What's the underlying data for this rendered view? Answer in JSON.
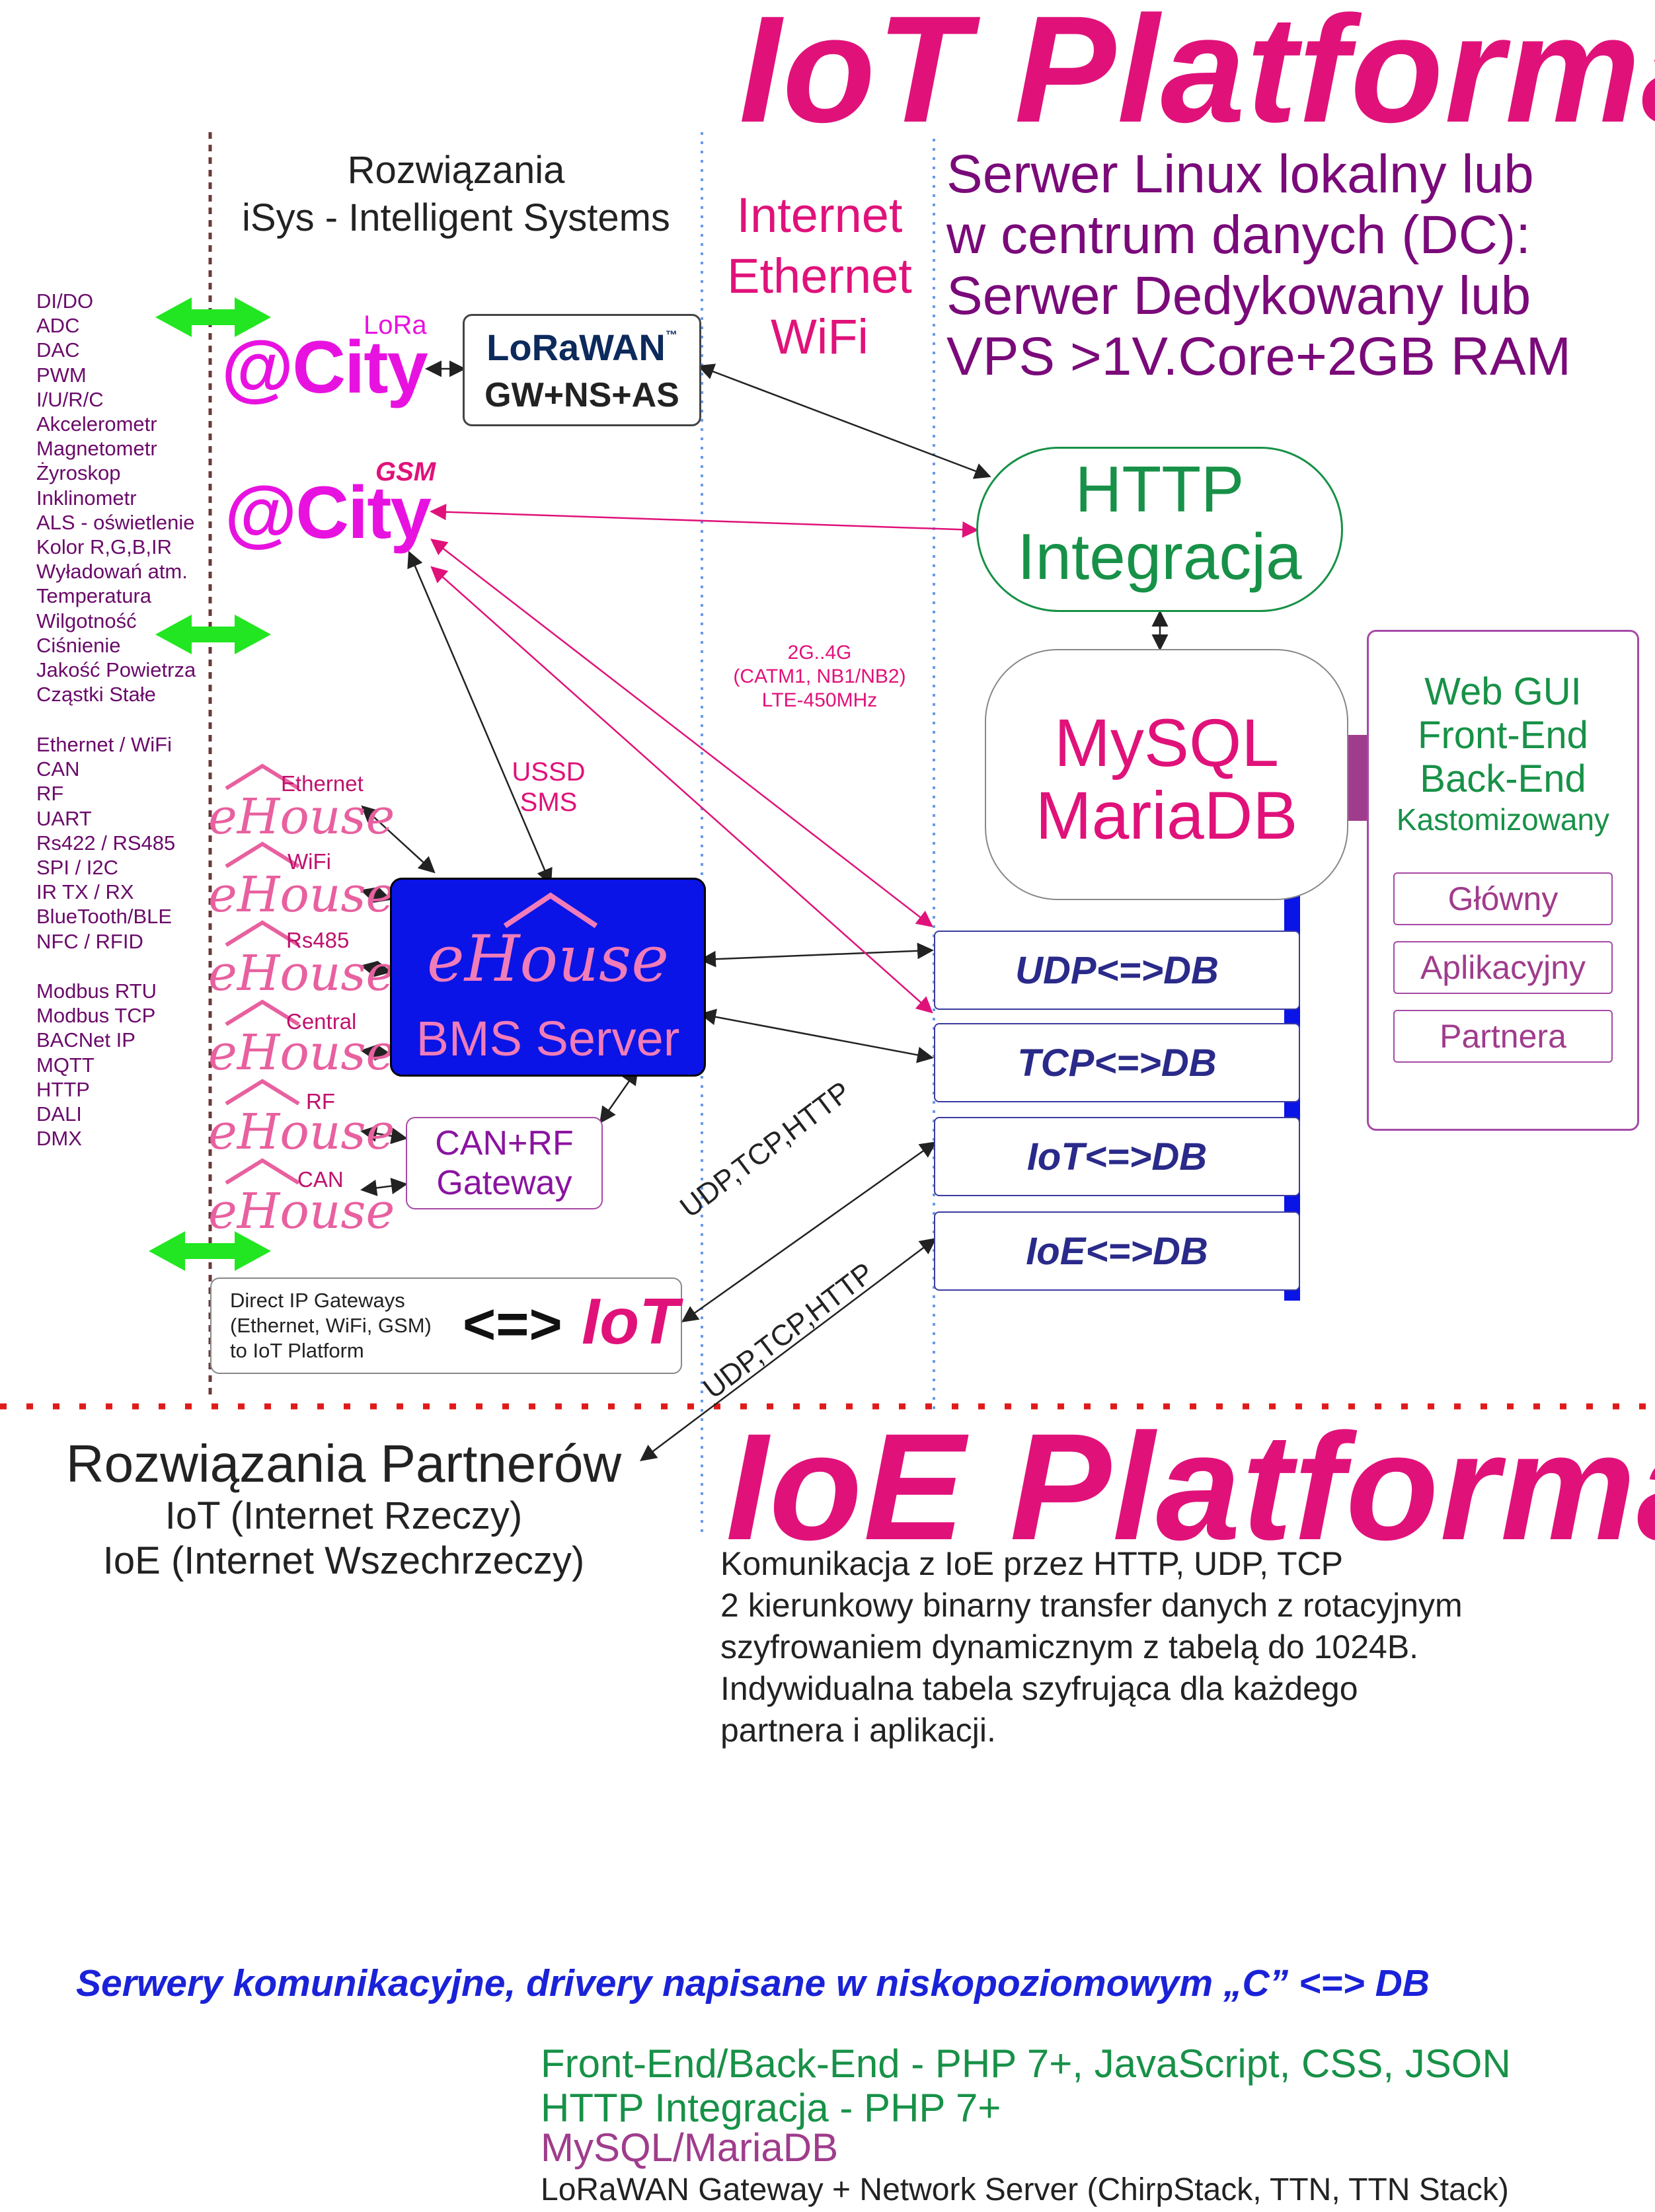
{
  "iot_title": "IoT Platforma",
  "ioe_title": "IoE Platforma",
  "isys_heading": [
    "Rozwiązania",
    "iSys - Intelligent Systems"
  ],
  "internet_heading": [
    "Internet",
    "Ethernet",
    "WiFi"
  ],
  "server_heading": [
    "Serwer Linux lokalny lub",
    "w centrum danych (DC):",
    "Serwer Dedykowany lub",
    "VPS >1V.Core+2GB RAM"
  ],
  "sensors_group1": [
    "DI/DO",
    "ADC",
    "DAC",
    "PWM",
    "I/U/R/C",
    "Akcelerometr",
    "Magnetometr",
    "Żyroskop",
    "Inklinometr",
    "ALS - oświetlenie",
    "Kolor R,G,B,IR",
    "Wyładowań atm.",
    "Temperatura",
    "Wilgotność",
    "Ciśnienie",
    "Jakość Powietrza",
    "Cząstki Stałe"
  ],
  "sensors_group2": [
    "Ethernet / WiFi",
    "CAN",
    "RF",
    "UART",
    "Rs422 / RS485",
    "SPI / I2C",
    "IR TX / RX",
    "BlueTooth/BLE",
    "NFC / RFID"
  ],
  "sensors_group3": [
    "Modbus RTU",
    "Modbus TCP",
    "BACNet IP",
    "MQTT",
    "HTTP",
    "DALI",
    "DMX"
  ],
  "city_lora": {
    "brand": "@City",
    "tag": "LoRa"
  },
  "city_gsm": {
    "brand": "@City",
    "tag": "GSM"
  },
  "lorawan_box": {
    "logo": "LoRaWAN",
    "logo_tm": "™",
    "label": "GW+NS+AS"
  },
  "http_box": [
    "HTTP",
    "Integracja"
  ],
  "mysql_box": [
    "MySQL",
    "MariaDB"
  ],
  "gsm_note": [
    "2G..4G",
    "(CATM1, NB1/NB2)",
    "LTE-450MHz"
  ],
  "ussd_note": [
    "USSD",
    "SMS"
  ],
  "ehouse_brand": "eHouse",
  "ehouse_items": [
    "Ethernet",
    "WiFi",
    "Rs485",
    "Central",
    "RF",
    "CAN"
  ],
  "bms_server": {
    "brand": "eHouse",
    "label": "BMS Server"
  },
  "canrf_box": [
    "CAN+RF",
    "Gateway"
  ],
  "direct_ip_box": {
    "lines": [
      "Direct IP Gateways",
      "(Ethernet, WiFi, GSM)",
      "to IoT Platform"
    ],
    "arrow": "<=>",
    "logo": "IoT"
  },
  "db_servers": [
    "UDP<=>DB",
    "TCP<=>DB",
    "IoT<=>DB",
    "IoE<=>DB"
  ],
  "protocol_labels": [
    "UDP,TCP,HTTP",
    "UDP,TCP,HTTP"
  ],
  "web_gui": {
    "lines": [
      "Web GUI",
      "Front-End",
      "Back-End"
    ],
    "sub": "Kastomizowany",
    "buttons": [
      "Główny",
      "Aplikacyjny",
      "Partnera"
    ]
  },
  "partners_heading": [
    "Rozwiązania Partnerów",
    "IoT (Internet Rzeczy)",
    "IoE (Internet Wszechrzeczy)"
  ],
  "ioe_description": [
    "Komunikacja z IoE przez HTTP, UDP, TCP",
    "2 kierunkowy binarny transfer danych z rotacyjnym",
    "szyfrowaniem dynamicznym z tabelą do 1024B.",
    "Indywidualna tabela szyfrująca dla każdego",
    "partnera i aplikacji."
  ],
  "servers_note": "Serwery komunikacyjne, drivery napisane w niskopoziomowym „C” <=> DB",
  "tech_stack": [
    {
      "text": "Front-End/Back-End - PHP 7+, JavaScript, CSS, JSON",
      "color": "#179147"
    },
    {
      "text": "HTTP Integracja - PHP 7+",
      "color": "#179147"
    },
    {
      "text": "MySQL/MariaDB",
      "color": "#a03c8c"
    },
    {
      "text": "LoRaWAN Gateway + Network Server (ChirpStack, TTN, TTN Stack)",
      "color": "#222222"
    }
  ],
  "colors": {
    "pink": "#e0127a",
    "purple": "#7a0a7a",
    "green": "#179147",
    "blue": "#0a14e6",
    "arrow_green": "#22e622"
  }
}
